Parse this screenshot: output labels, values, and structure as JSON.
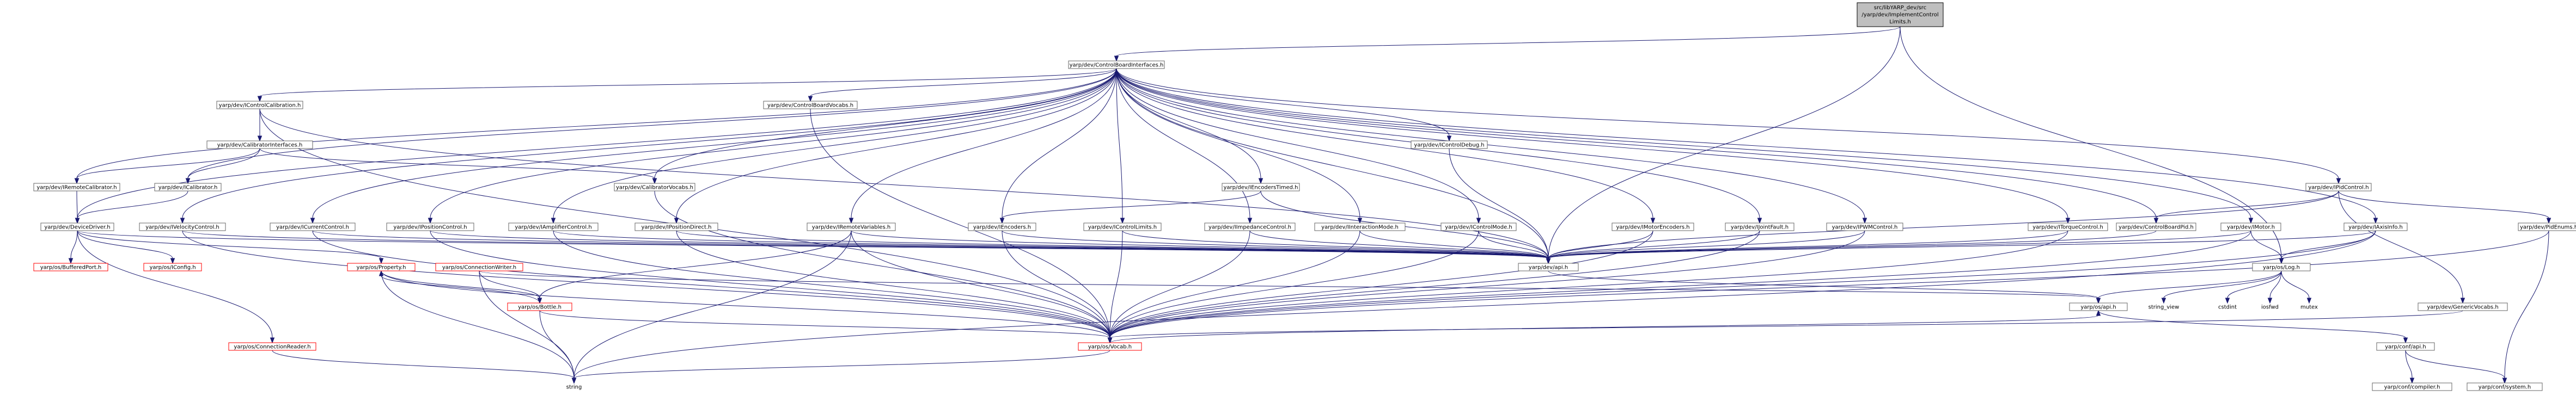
{
  "nodes": {
    "root": {
      "label_lines": [
        "src/libYARP_dev/src",
        "/yarp/dev/ImplementControl",
        "Limits.h"
      ]
    },
    "cbi": {
      "label": "yarp/dev/ControlBoardInterfaces.h"
    },
    "icontrolcalibration": {
      "label": "yarp/dev/IControlCalibration.h"
    },
    "cbvocabs": {
      "label": "yarp/dev/ControlBoardVocabs.h"
    },
    "icontroldebug": {
      "label": "yarp/dev/IControlDebug.h"
    },
    "ipidcontrol": {
      "label": "yarp/dev/IPidControl.h"
    },
    "calibinterfaces": {
      "label": "yarp/dev/CalibratorInterfaces.h"
    },
    "iremotecalibrator": {
      "label": "yarp/dev/IRemoteCalibrator.h"
    },
    "icalibrator": {
      "label": "yarp/dev/ICalibrator.h"
    },
    "calibvocabs": {
      "label": "yarp/dev/CalibratorVocabs.h"
    },
    "iencoderstimed": {
      "label": "yarp/dev/IEncodersTimed.h"
    },
    "devicedriver": {
      "label": "yarp/dev/DeviceDriver.h"
    },
    "ivelocitycontrol": {
      "label": "yarp/dev/IVelocityControl.h"
    },
    "icurrentcontrol": {
      "label": "yarp/dev/ICurrentControl.h"
    },
    "ipositioncontrol": {
      "label": "yarp/dev/IPositionControl.h"
    },
    "iamplifiercontrol": {
      "label": "yarp/dev/IAmplifierControl.h"
    },
    "ipositiondirect": {
      "label": "yarp/dev/IPositionDirect.h"
    },
    "iremotevariables": {
      "label": "yarp/dev/IRemoteVariables.h"
    },
    "iencoders": {
      "label": "yarp/dev/IEncoders.h"
    },
    "icontrollimits": {
      "label": "yarp/dev/IControlLimits.h"
    },
    "iimpedancecontrol": {
      "label": "yarp/dev/IImpedanceControl.h"
    },
    "iinteractionmode": {
      "label": "yarp/dev/IInteractionMode.h"
    },
    "icontrolmode": {
      "label": "yarp/dev/IControlMode.h"
    },
    "imotorencoders": {
      "label": "yarp/dev/IMotorEncoders.h"
    },
    "ijointfault": {
      "label": "yarp/dev/IJointFault.h"
    },
    "ipwmcontrol": {
      "label": "yarp/dev/IPWMControl.h"
    },
    "itorquecontrol": {
      "label": "yarp/dev/ITorqueControl.h"
    },
    "controlboardpid": {
      "label": "yarp/dev/ControlBoardPid.h"
    },
    "imotor": {
      "label": "yarp/dev/IMotor.h"
    },
    "iaxisinfo": {
      "label": "yarp/dev/IAxisInfo.h"
    },
    "pidenums": {
      "label": "yarp/dev/PidEnums.h"
    },
    "bufferedport": {
      "label": "yarp/os/BufferedPort.h"
    },
    "iconfig": {
      "label": "yarp/os/IConfig.h"
    },
    "property": {
      "label": "yarp/os/Property.h"
    },
    "connectionwriter": {
      "label": "yarp/os/ConnectionWriter.h"
    },
    "bottle": {
      "label": "yarp/os/Bottle.h"
    },
    "connectionreader": {
      "label": "yarp/os/ConnectionReader.h"
    },
    "devapi": {
      "label": "yarp/dev/api.h"
    },
    "oslog": {
      "label": "yarp/os/Log.h"
    },
    "osapi": {
      "label": "yarp/os/api.h"
    },
    "stringview": {
      "label": "string_view"
    },
    "cstdint": {
      "label": "cstdint"
    },
    "iosfwd": {
      "label": "iosfwd"
    },
    "mutex": {
      "label": "mutex"
    },
    "genericvocabs": {
      "label": "yarp/dev/GenericVocabs.h"
    },
    "vocab": {
      "label": "yarp/os/Vocab.h"
    },
    "confapi": {
      "label": "yarp/conf/api.h"
    },
    "string": {
      "label": "string"
    },
    "confcompiler": {
      "label": "yarp/conf/compiler.h"
    },
    "confsystem": {
      "label": "yarp/conf/system.h"
    }
  },
  "colors": {
    "edge": "#191970",
    "focus_fill": "#bfbfbf",
    "red_border": "#ff0000",
    "node_border": "#666666"
  }
}
